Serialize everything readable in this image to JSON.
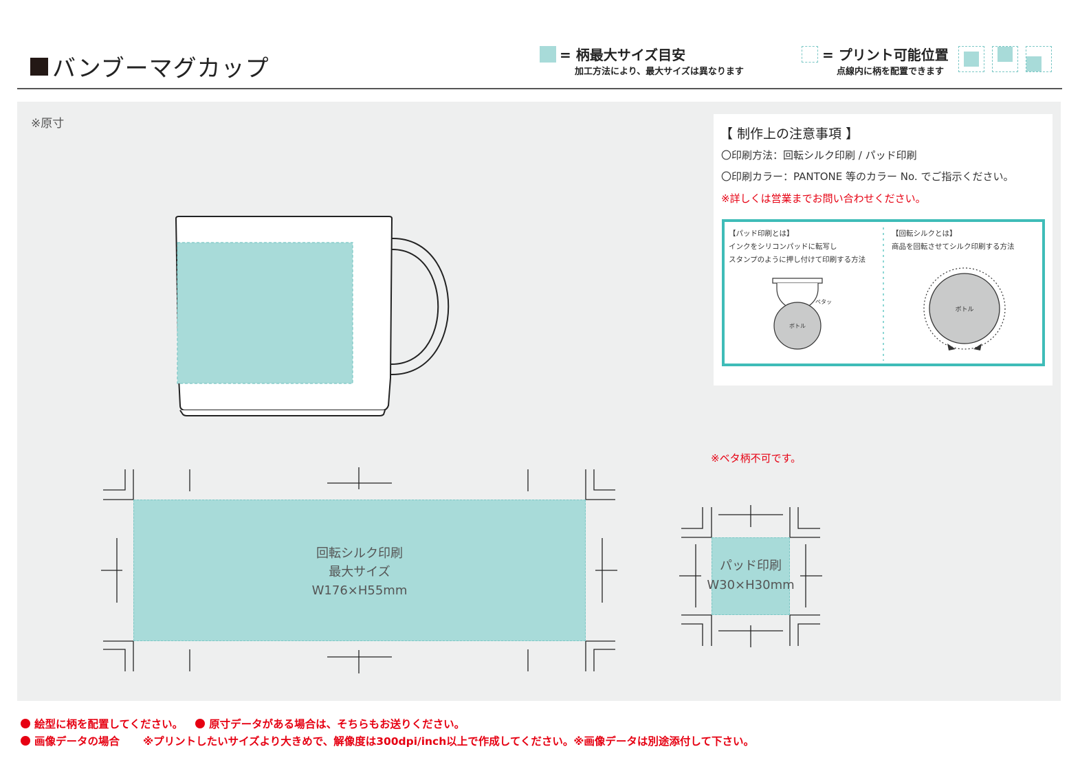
{
  "header": {
    "title": "バンブーマグカップ",
    "legend_fill": {
      "label": "= 柄最大サイズ目安",
      "note": "加工方法により、最大サイズは異なります"
    },
    "legend_dashed": {
      "label": "= プリント可能位置",
      "note": "点線内に柄を配置できます"
    }
  },
  "canvas": {
    "scale_note": "※原寸",
    "silk_area": {
      "line1": "回転シルク印刷",
      "line2": "最大サイズ",
      "line3": "W176×H55mm"
    },
    "pad_area": {
      "line1": "パッド印刷",
      "line2": "W30×H30mm"
    },
    "beta_note": "※ベタ柄不可です。"
  },
  "notes": {
    "title": "【 制作上の注意事項 】",
    "method": "〇印刷方法：回転シルク印刷 / パッド印刷",
    "color": "〇印刷カラー：PANTONE 等のカラー No. でご指示ください。",
    "contact": "※詳しくは営業までお問い合わせください。",
    "pad_explain": {
      "heading": "【パッド印刷とは】",
      "line1": "インクをシリコンパッドに転写し",
      "line2": "スタンプのように押し付けて印刷する方法",
      "pad_label": "ペタッ",
      "bottle_label": "ボトル"
    },
    "silk_explain": {
      "heading": "【回転シルクとは】",
      "line1": "商品を回転させてシルク印刷する方法",
      "bottle_label": "ボトル"
    }
  },
  "footer": {
    "item1": "絵型に柄を配置してください。",
    "item2": "原寸データがある場合は、そちらもお送りください。",
    "item3_label": "画像データの場合",
    "item3_text": "※プリントしたいサイズより大きめで、解像度は300dpi/inch以上で作成してください。※画像データは別途添付して下さい。"
  },
  "colors": {
    "print_area": "#a8dbd9",
    "dashed_line": "#7ac7c5",
    "explain_border": "#3fbcb8",
    "warning": "#e60012",
    "panel_bg": "#eeefef"
  }
}
